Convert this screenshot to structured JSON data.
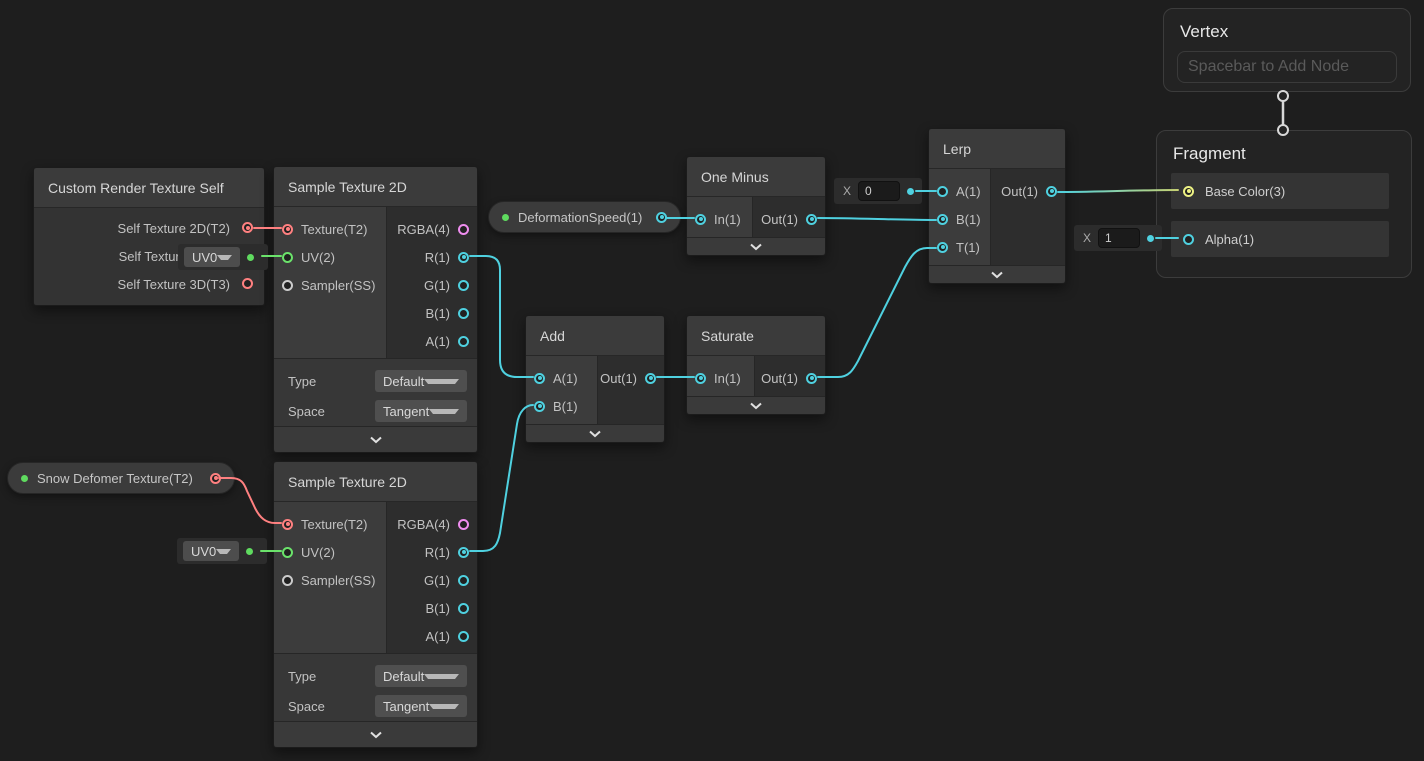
{
  "colors": {
    "cyan": "#4fd1e0",
    "salmon": "#ff8080",
    "green": "#6be36b",
    "pink": "#ef8def",
    "yellow": "#edf284",
    "olive": "#c6d173",
    "gray_port": "#cccccc",
    "link_gray": "#d8d8d8"
  },
  "nodes": {
    "crt_self": {
      "title": "Custom Render Texture Self",
      "outputs": [
        "Self Texture 2D(T2)",
        "Self Texture",
        "Self Texture 3D(T3)"
      ]
    },
    "sample_top": {
      "title": "Sample Texture 2D",
      "inputs": [
        "Texture(T2)",
        "UV(2)",
        "Sampler(SS)"
      ],
      "outputs": [
        "RGBA(4)",
        "R(1)",
        "G(1)",
        "B(1)",
        "A(1)"
      ],
      "type_label": "Type",
      "type_value": "Default",
      "space_label": "Space",
      "space_value": "Tangent"
    },
    "sample_bottom": {
      "title": "Sample Texture 2D",
      "inputs": [
        "Texture(T2)",
        "UV(2)",
        "Sampler(SS)"
      ],
      "outputs": [
        "RGBA(4)",
        "R(1)",
        "G(1)",
        "B(1)",
        "A(1)"
      ],
      "type_label": "Type",
      "type_value": "Default",
      "space_label": "Space",
      "space_value": "Tangent"
    },
    "one_minus": {
      "title": "One Minus",
      "in_label": "In(1)",
      "out_label": "Out(1)"
    },
    "add": {
      "title": "Add",
      "a_label": "A(1)",
      "b_label": "B(1)",
      "out_label": "Out(1)"
    },
    "saturate": {
      "title": "Saturate",
      "in_label": "In(1)",
      "out_label": "Out(1)"
    },
    "lerp": {
      "title": "Lerp",
      "a_label": "A(1)",
      "b_label": "B(1)",
      "t_label": "T(1)",
      "out_label": "Out(1)"
    }
  },
  "properties": {
    "deformation_speed": {
      "label": "DeformationSpeed(1)"
    },
    "snow_deformer": {
      "label": "Snow Defomer Texture(T2)"
    }
  },
  "widgets": {
    "uv_top": {
      "value": "UV0"
    },
    "uv_bottom": {
      "value": "UV0"
    },
    "lerp_a": {
      "axis": "X",
      "value": "0"
    },
    "alpha": {
      "axis": "X",
      "value": "1"
    }
  },
  "master": {
    "vertex": {
      "title": "Vertex",
      "placeholder": "Spacebar to Add Node"
    },
    "fragment": {
      "title": "Fragment",
      "base_color_label": "Base Color(3)",
      "alpha_label": "Alpha(1)"
    }
  },
  "edges": [
    {
      "from": "crt-self.self-texture-2d",
      "to": "sample-top.texture",
      "color": "salmon"
    },
    {
      "from": "uv0-widget-top",
      "to": "sample-top.uv",
      "color": "green"
    },
    {
      "from": "deformation-speed",
      "to": "one-minus.in",
      "color": "cyan"
    },
    {
      "from": "one-minus.out",
      "to": "lerp.b",
      "color": "cyan"
    },
    {
      "from": "sample-top.r",
      "to": "add.a",
      "color": "cyan"
    },
    {
      "from": "sample-bottom.r",
      "to": "add.b",
      "color": "cyan"
    },
    {
      "from": "add.out",
      "to": "saturate.in",
      "color": "cyan"
    },
    {
      "from": "saturate.out",
      "to": "lerp.t",
      "color": "cyan"
    },
    {
      "from": "lerp.out",
      "to": "fragment.base-color",
      "color": "cyan-to-olive-gradient"
    },
    {
      "from": "x1-widget",
      "to": "fragment.alpha",
      "color": "cyan"
    },
    {
      "from": "x0-widget",
      "to": "lerp.a",
      "color": "cyan"
    },
    {
      "from": "snow-deformer-texture",
      "to": "sample-bottom.texture",
      "color": "salmon"
    },
    {
      "from": "uv0-widget-bottom",
      "to": "sample-bottom.uv",
      "color": "green"
    }
  ]
}
